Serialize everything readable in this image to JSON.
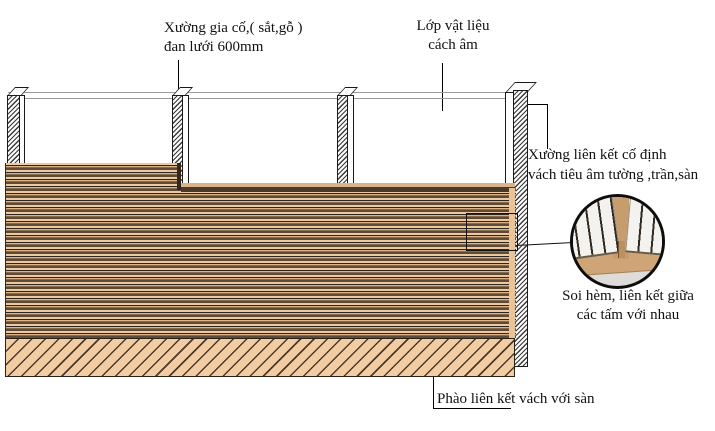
{
  "colors": {
    "panel-tan": "#ecca9f",
    "panel-mid": "#dfb285",
    "panel-brown": "#8d7153",
    "panel-dark": "#2f251b",
    "baseboard-tan": "#f2cda4",
    "baseboard-line": "#4a3929",
    "hatch-line": "#3a3a3a",
    "outline": "#1a1a1a",
    "rail-gray": "#9a9a9a",
    "mdf-tan": "#cfa577",
    "edge-tan": "#e8c496"
  },
  "labels": {
    "top_left": {
      "line1": "Xường gia cố,( sắt,gỗ )",
      "line2": "đan lưới 600mm"
    },
    "top_right": {
      "line1": "Lớp vật liệu",
      "line2": "cách âm"
    },
    "right_bracket": {
      "line1": "Xường liên kết cố định",
      "line2": "vách tiêu âm tường ,trần,sàn"
    },
    "detail_circle": {
      "line1": "Soi hèm, liên kết giữa",
      "line2": "các tấm với nhau"
    },
    "bottom": {
      "line1": "Phào liên kết vách với sàn"
    }
  }
}
